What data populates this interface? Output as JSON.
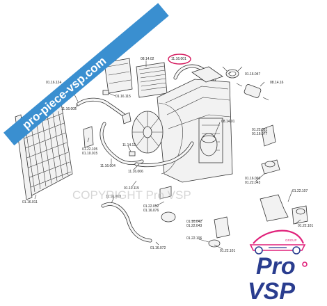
{
  "colors": {
    "ribbon": "#3a8fd0",
    "highlight": "#d4145a",
    "brand_pink": "#e0217a",
    "brand_blue": "#2a3d8f",
    "watermark": "#c9c9c9"
  },
  "ribbon": {
    "text": "pro-piece-vsp.com"
  },
  "watermark": {
    "text": "COPYRIGHT Pro VSP"
  },
  "logo": {
    "group": "GROUP",
    "pro": "Pro",
    "vsp": "VSP"
  },
  "labels": [
    {
      "id": "l1",
      "text": "08.14.02"
    },
    {
      "id": "l2",
      "text": "11.16.001"
    },
    {
      "id": "l3",
      "text": "01.16.124"
    },
    {
      "id": "l4",
      "text": "01.16.115"
    },
    {
      "id": "l5",
      "text": "11.16.005"
    },
    {
      "id": "l6",
      "text": "01.22.105"
    },
    {
      "id": "l7",
      "text": "01.10.015"
    },
    {
      "id": "l8",
      "text": "11.14.12"
    },
    {
      "id": "l9",
      "text": "11.16.004"
    },
    {
      "id": "l10",
      "text": "11.16.006"
    },
    {
      "id": "l11",
      "text": "01.10.115"
    },
    {
      "id": "l12",
      "text": "01.16.011"
    },
    {
      "id": "l13",
      "text": "11.16.003"
    },
    {
      "id": "l14",
      "text": "01.16.047"
    },
    {
      "id": "l15",
      "text": "08.14.16"
    },
    {
      "id": "l16",
      "text": "08.14.01"
    },
    {
      "id": "l17",
      "text": "01.22.051"
    },
    {
      "id": "l18",
      "text": "01.16.077"
    },
    {
      "id": "l19",
      "text": "01.16.060"
    },
    {
      "id": "l20",
      "text": "01.22.043"
    },
    {
      "id": "l21",
      "text": "01.22.052"
    },
    {
      "id": "l22",
      "text": "01.16.076"
    },
    {
      "id": "l23",
      "text": "01.16.042"
    },
    {
      "id": "l24",
      "text": "01.22.043"
    },
    {
      "id": "l25",
      "text": "01.22.107"
    },
    {
      "id": "l26",
      "text": "01.22.101"
    },
    {
      "id": "l27",
      "text": "01.22.106"
    },
    {
      "id": "l28",
      "text": "01.22.101"
    },
    {
      "id": "l29",
      "text": "01.16.072"
    }
  ]
}
